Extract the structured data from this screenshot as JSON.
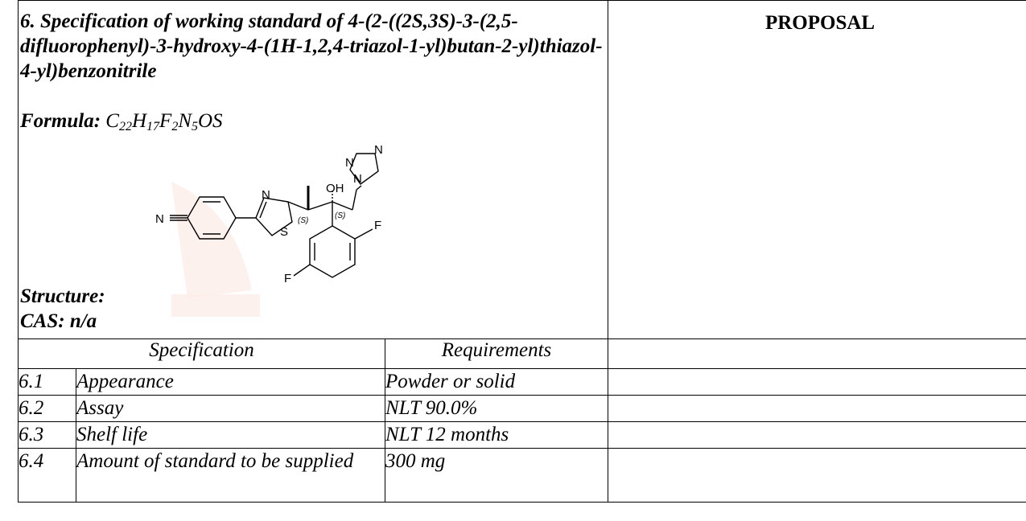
{
  "header": {
    "title": "6. Specification of working standard of 4-(2-((2S,3S)-3-(2,5-difluorophenyl)-3-hydroxy-4-(1H-1,2,4-triazol-1-yl)butan-2-yl)thiazol-4-yl)benzonitrile",
    "formula_label": "Formula:",
    "formula_parts": [
      "C",
      "22",
      "H",
      "17",
      "F",
      "2",
      "N",
      "5",
      "OS"
    ],
    "structure_label": "Structure:",
    "cas_label": "CAS: n/a",
    "proposal_label": "PROPOSAL"
  },
  "molecule": {
    "atoms": [
      "N",
      "N",
      "N",
      "N",
      "N",
      "S",
      "OH",
      "F",
      "F"
    ],
    "stereo": [
      "(S)",
      "(S)"
    ]
  },
  "table": {
    "headers": [
      "Specification",
      "Requirements"
    ],
    "rows": [
      {
        "num": "6.1",
        "spec": "Appearance",
        "req": "Powder or solid"
      },
      {
        "num": "6.2",
        "spec": "Assay",
        "req": "NLT 90.0%"
      },
      {
        "num": "6.3",
        "spec": "Shelf life",
        "req": "NLT 12 months"
      },
      {
        "num": "6.4",
        "spec": "Amount of standard to be supplied",
        "req": "300 mg"
      }
    ]
  }
}
